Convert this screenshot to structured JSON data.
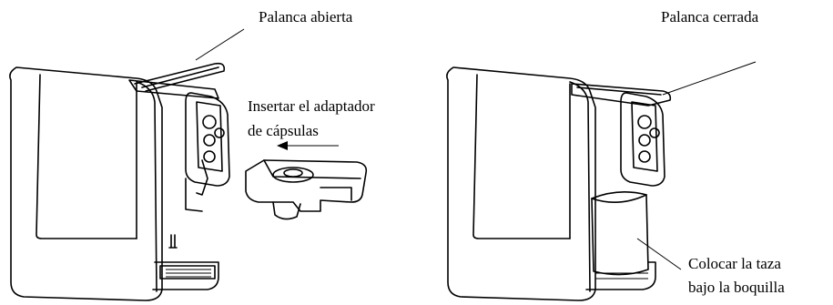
{
  "labels": {
    "lever_open": "Palanca abierta",
    "insert_adapter_line1": "Insertar el adaptador",
    "insert_adapter_line2": "de cápsulas",
    "lever_closed": "Palanca cerrada",
    "place_cup_line1": "Colocar la taza",
    "place_cup_line2": "bajo la boquilla"
  }
}
